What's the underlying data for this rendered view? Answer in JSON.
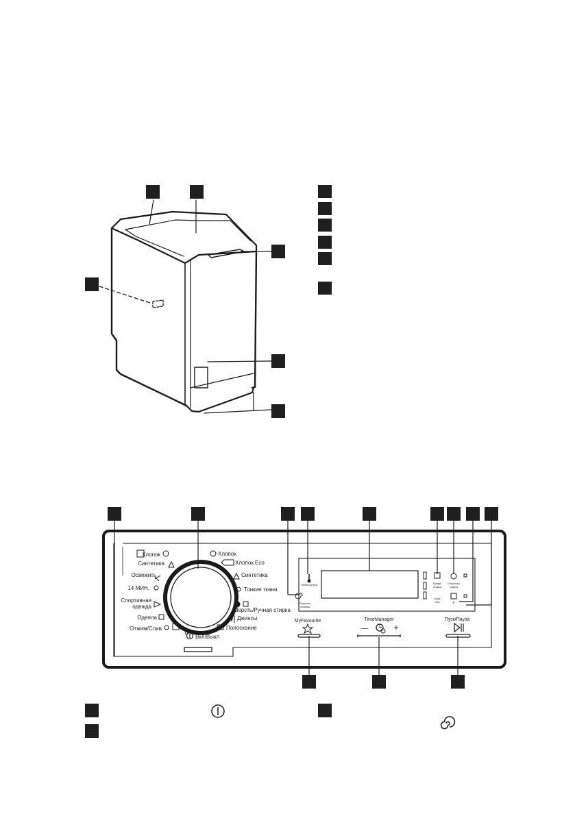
{
  "panel": {
    "programs_left": {
      "cotton": "Хлопок",
      "synthetics": "Синтетика",
      "refresh": "Освежить",
      "min14": "14 МИН.",
      "sportswear_1": "Спортивная",
      "sportswear_2": "одежда",
      "duvet": "Одеяла",
      "spin_drain": "Отжим/Слив"
    },
    "programs_right": {
      "cotton": "Хлопок",
      "cotton_eco": "Хлопок Eco",
      "synthetics": "Синтетика",
      "delicates": "Тонкие ткани",
      "wool": "Шерсть/Ручная стирка",
      "jeans": "Джинсы",
      "rinse": "Полоскание"
    },
    "on_off": "Вкл/Выкл",
    "temperature": "Температура",
    "spin_1": "Скорость",
    "spin_2": "отжима",
    "prewash_1": "Предв.",
    "prewash_2": "стирка",
    "delay_1": "Отсрочка",
    "delay_2": "старта",
    "extra_1": "Easy",
    "extra_2": "Iron",
    "extra_3": "Д",
    "my_favourite": "MyFavourite",
    "time_manager": "TimeManager",
    "time_minus": "—",
    "time_plus": "+",
    "start_pause": "Пуск/Пауза"
  },
  "colors": {
    "ink": "#1a1a1a",
    "marker": "#1f1f1f",
    "paper": "#ffffff"
  },
  "icons": {
    "on_off": "power-icon",
    "spin": "spiral-icon",
    "favourite": "star-icon",
    "time": "clock-icon",
    "play_pause": "play-pause-icon"
  }
}
